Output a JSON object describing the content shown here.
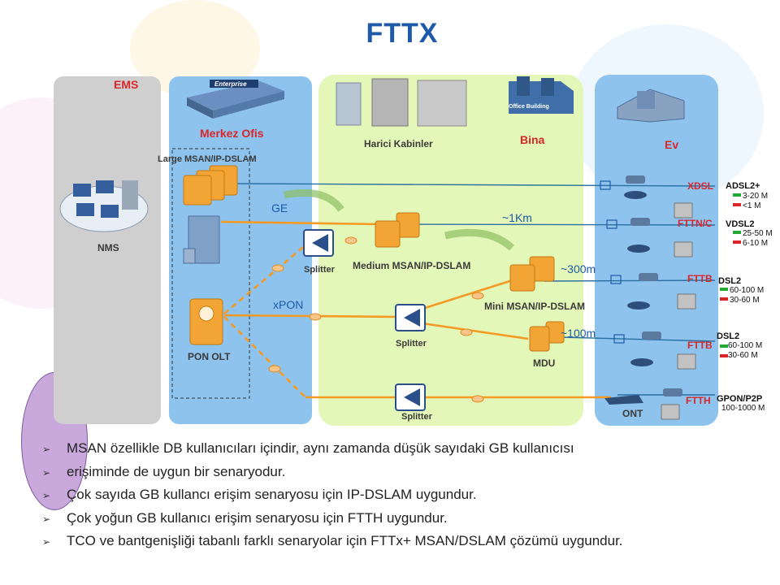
{
  "title": "FTTX",
  "zones": {
    "ems": "EMS",
    "merkez_ofis": "Merkez Ofis",
    "harici_kabinler": "Harici Kabinler",
    "bina": "Bina",
    "ev": "Ev"
  },
  "nodes": {
    "nms": "NMS",
    "large_msan": "Large MSAN/IP-DSLAM",
    "pon_olt": "PON OLT",
    "medium_msan": "Medium MSAN/IP-DSLAM",
    "mini_msan": "Mini MSAN/IP-DSLAM",
    "mdu": "MDU",
    "ont": "ONT",
    "splitter_1": "Splitter",
    "splitter_2": "Splitter",
    "splitter_3": "Splitter",
    "building_label": "Office Building",
    "enterprise_label": "Enterprise"
  },
  "links": {
    "ge": "GE",
    "xpon": "xPON",
    "km1": "~1Km",
    "m300": "~300m",
    "m100": "~100m"
  },
  "access": {
    "xdsl": "XDSL",
    "fttn": "FTTN/C",
    "fttb1": "FTTB",
    "fttb2": "FTTB",
    "ftth": "FTTH"
  },
  "services": [
    {
      "name": "ADSL2+",
      "down": "3-20 M",
      "up": "<1 M"
    },
    {
      "name": "VDSL2",
      "down": "25-50 M",
      "up": "6-10 M"
    },
    {
      "name": "DSL2",
      "down": "60-100 M",
      "up": "30-60 M"
    },
    {
      "name": "DSL2",
      "down": "60-100 M",
      "up": "30-60 M"
    },
    {
      "name": "GPON/P2P",
      "down": "100-1000 M",
      "up": ""
    }
  ],
  "bullets": [
    "MSAN özellikle DB kullanıcıları içindir, aynı zamanda düşük sayıdaki GB kullanıcısı",
    "erişiminde de uygun bir senaryodur.",
    "Çok sayıda GB kullancı erişim senaryosu için IP-DSLAM uygundur.",
    "Çok yoğun GB kullanıcı erişim senaryosu için FTTH uygundur.",
    "TCO ve bantgenişliği tabanlı farklı senaryolar için FTTx+ MSAN/DSLAM çözümü uygundur."
  ],
  "colors": {
    "fiber": "#f59a23",
    "copper": "#2a6fa0",
    "title": "#1f5aa8",
    "accent_red": "#d9262b",
    "up_green": "#22aa33",
    "down_red": "#d9262b"
  }
}
